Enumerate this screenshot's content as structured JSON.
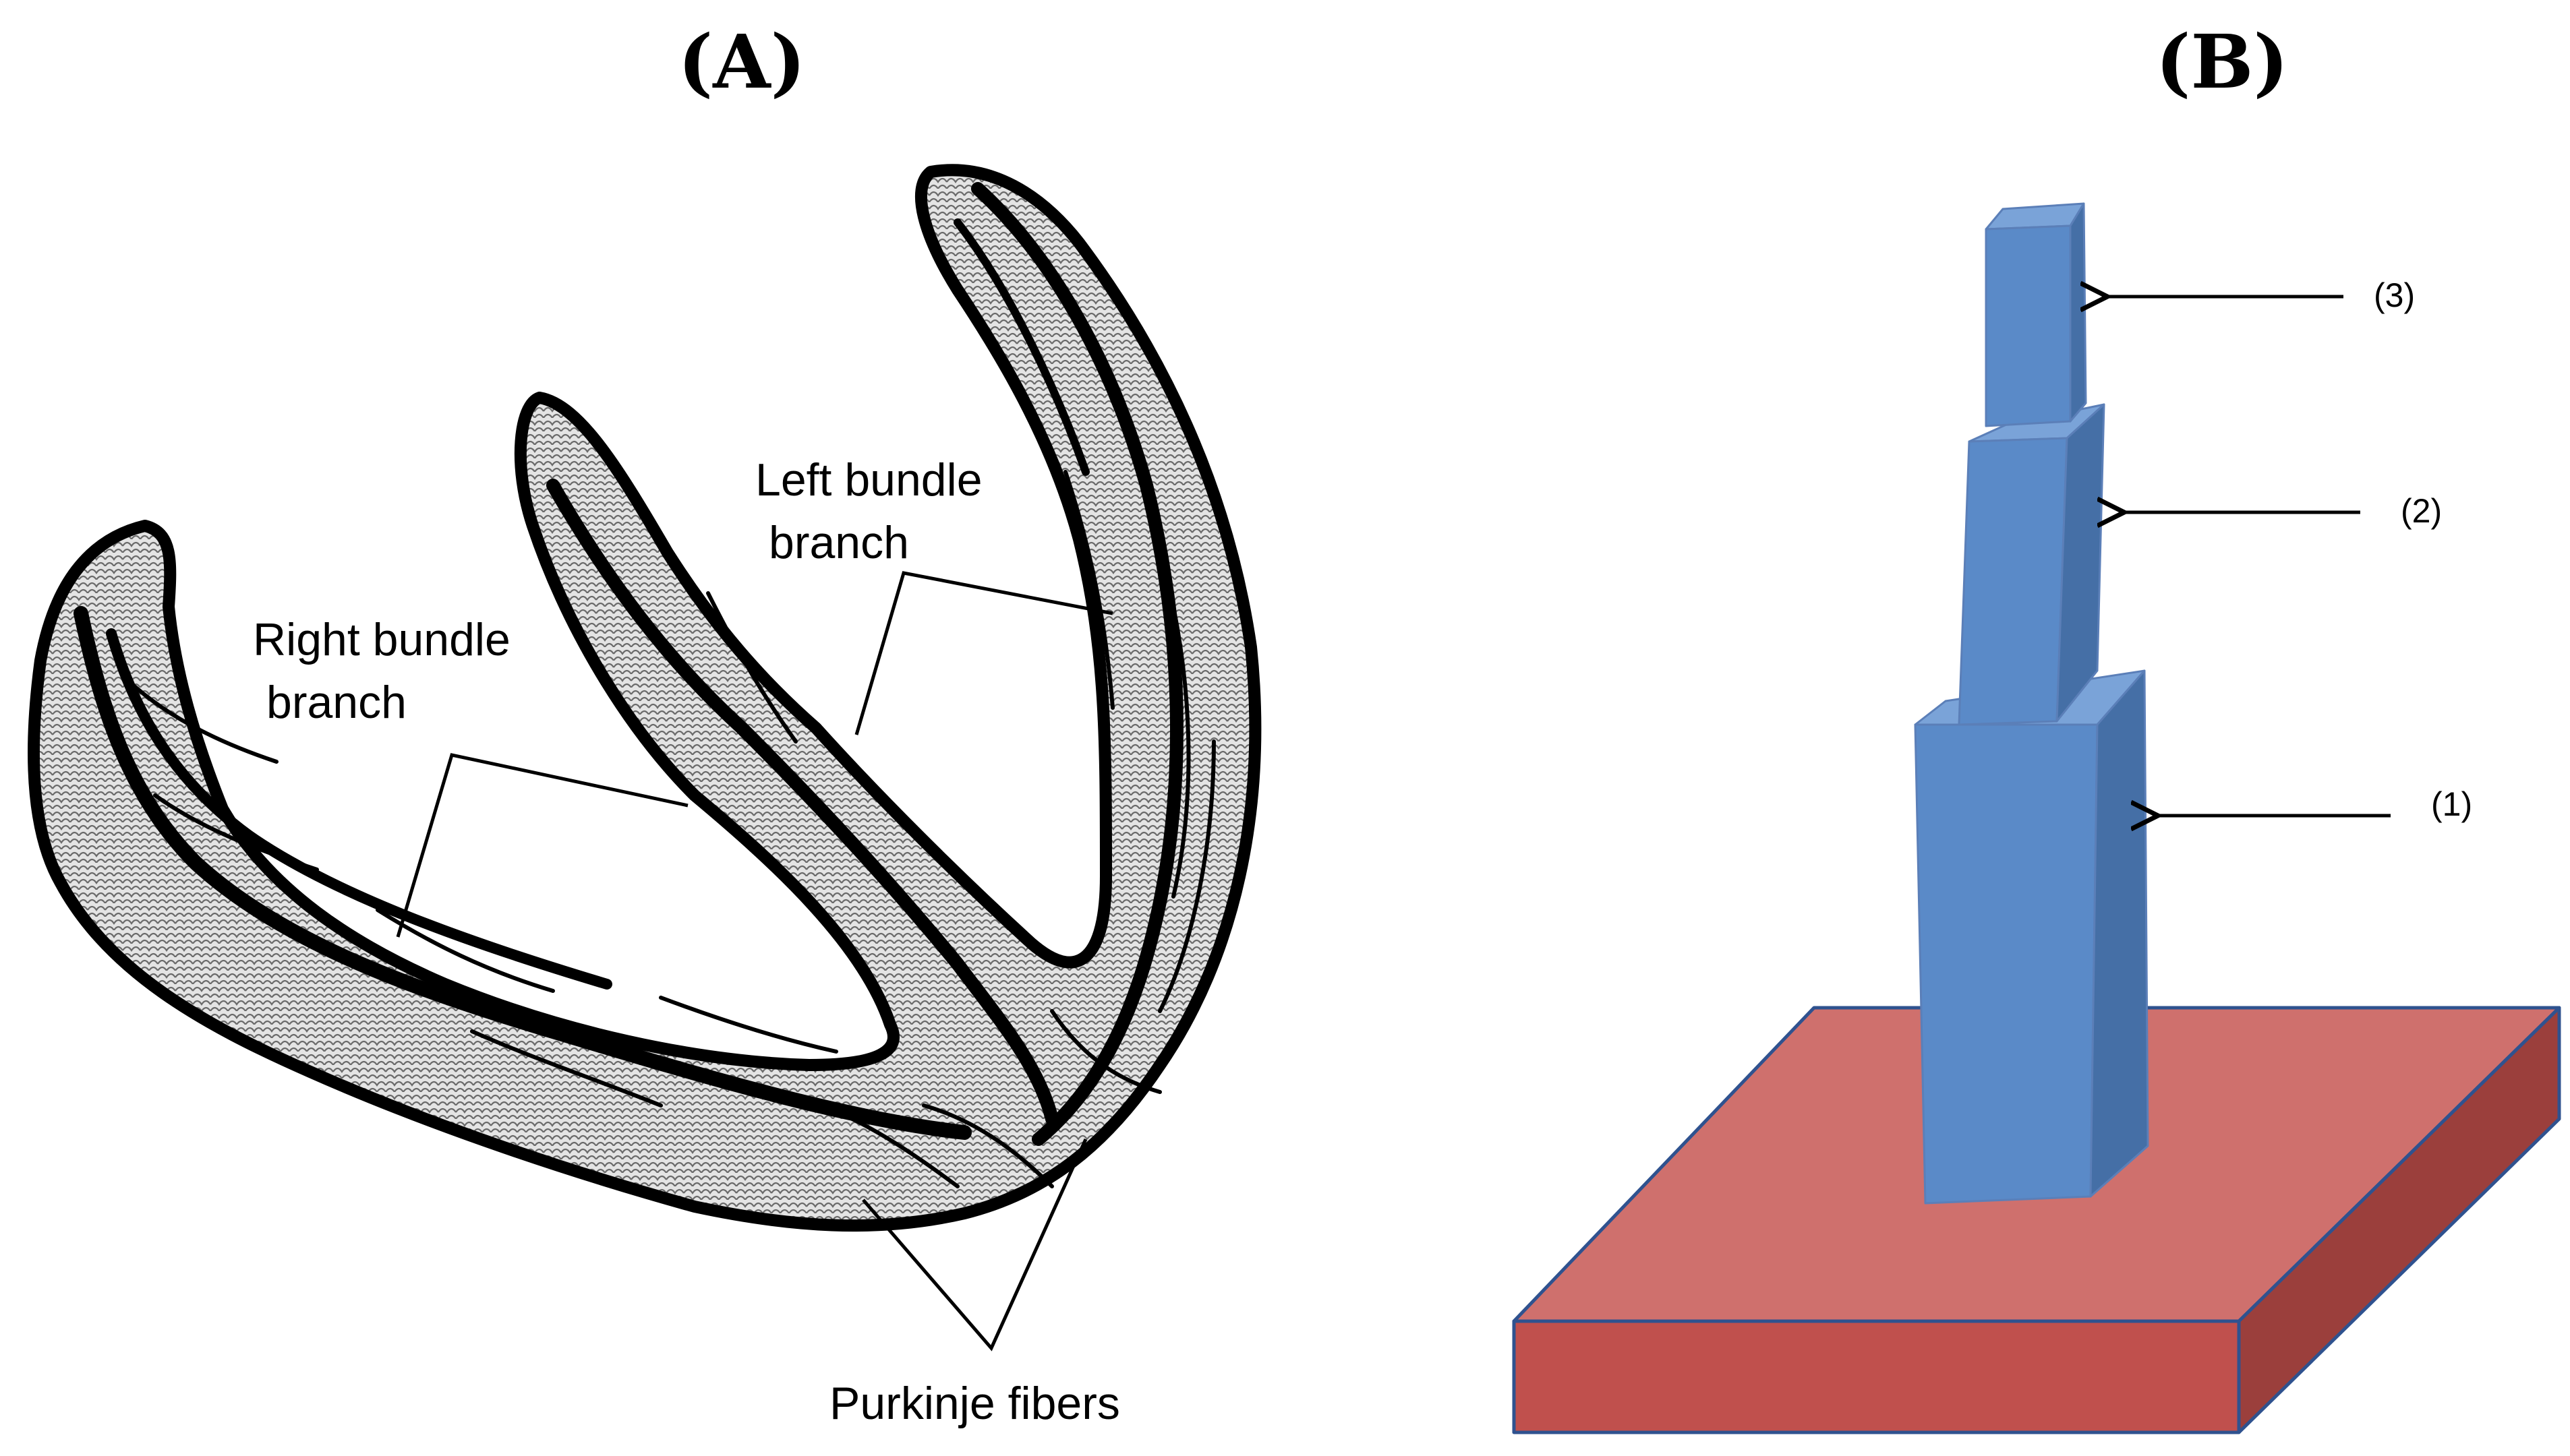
{
  "panel_a": {
    "title": "(A)",
    "labels": {
      "left_bundle_line1": "Left bundle",
      "left_bundle_line2": "branch",
      "right_bundle_line1": "Right bundle",
      "right_bundle_line2": "branch",
      "purkinje": "Purkinje fibers"
    }
  },
  "panel_b": {
    "title": "(B)",
    "tags": {
      "tier3": "(3)",
      "tier2": "(2)",
      "tier1": "(1)"
    },
    "colors": {
      "column_front": "#5a8ac8",
      "column_side": "#456fa6",
      "column_top": "#7aa3d8",
      "base_top": "#cf706d",
      "base_front": "#c0504d",
      "base_side": "#9b3f3c",
      "outline": "#2f528f"
    }
  }
}
